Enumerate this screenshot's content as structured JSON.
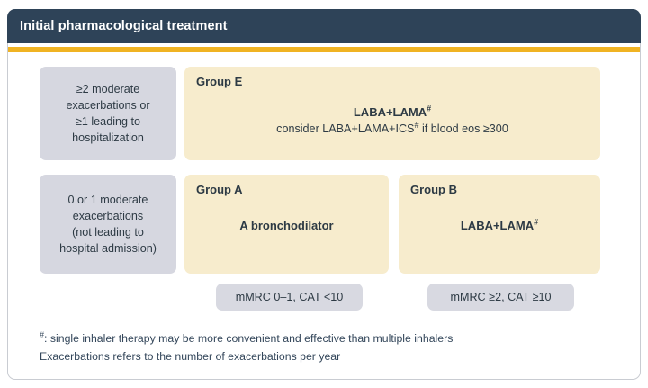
{
  "header": {
    "title": "Initial pharmacological treatment",
    "bar_color": "#2e4358",
    "accent_color": "#f0b323",
    "text_color": "#ffffff"
  },
  "colors": {
    "criteria_box": "#d6d7e0",
    "group_box": "#f7eccd",
    "pill_box": "#d8d9e1",
    "body_text": "#2d3a44",
    "frame_border": "#c9ccd2"
  },
  "rows": [
    {
      "criteria": "≥2 moderate\nexacerbations or\n≥1 leading to\nhospitalization",
      "groups": [
        {
          "label": "Group E",
          "therapy_main": "LABA+LAMA",
          "therapy_main_sup": "#",
          "therapy_sub_pre": "consider LABA+LAMA+ICS",
          "therapy_sub_sup": "#",
          "therapy_sub_post": " if blood eos ≥300",
          "criterion_pill": null
        }
      ]
    },
    {
      "criteria": "0 or 1 moderate\nexacerbations\n(not leading to\nhospital admission)",
      "groups": [
        {
          "label": "Group A",
          "therapy_main": "A bronchodilator",
          "therapy_main_sup": "",
          "therapy_sub_pre": "",
          "therapy_sub_sup": "",
          "therapy_sub_post": "",
          "criterion_pill": "mMRC 0–1, CAT <10"
        },
        {
          "label": "Group B",
          "therapy_main": "LABA+LAMA",
          "therapy_main_sup": "#",
          "therapy_sub_pre": "",
          "therapy_sub_sup": "",
          "therapy_sub_post": "",
          "criterion_pill": "mMRC ≥2, CAT ≥10"
        }
      ]
    }
  ],
  "footnotes": {
    "marker": "#",
    "line1": ": single inhaler therapy may be more convenient and effective than multiple inhalers",
    "line2": "Exacerbations refers to the number of exacerbations per year"
  }
}
